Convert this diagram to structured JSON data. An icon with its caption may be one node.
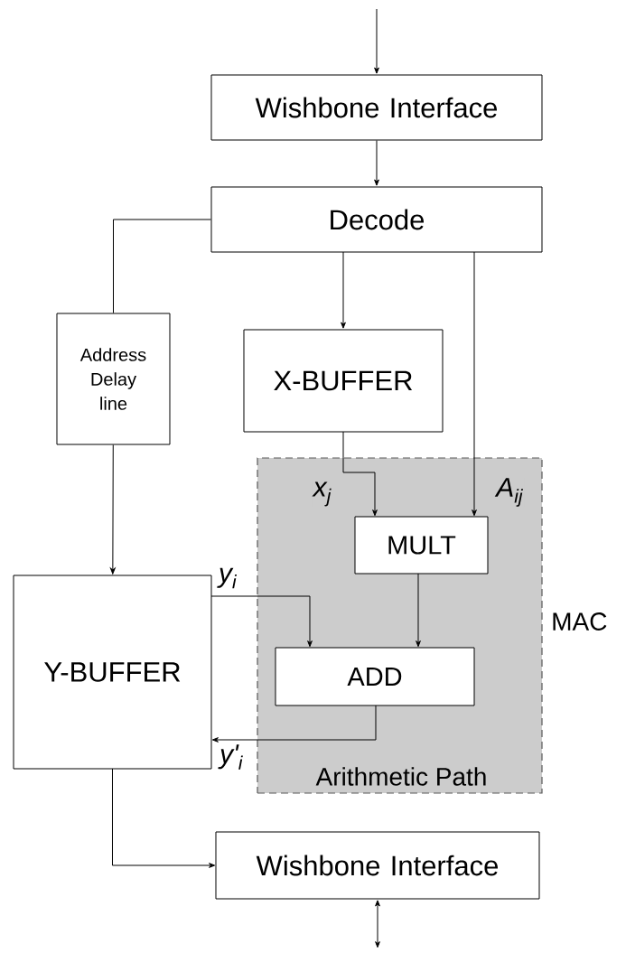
{
  "diagram": {
    "nodes": [
      {
        "text": [
          "Wishbone Interface"
        ]
      },
      {
        "text": [
          "Decode"
        ]
      },
      {
        "text": [
          "Address Delay line"
        ]
      },
      {
        "text": [
          "X-BUFFER"
        ]
      },
      {
        "text": [
          "Arithmetic Path"
        ],
        "beside": [
          "MAC"
        ]
      },
      {
        "text": [
          "MULT"
        ],
        "in": 4
      },
      {
        "text": [
          "ADD"
        ],
        "in": 4
      },
      {
        "text": [
          "Y-BUFFER"
        ]
      },
      {
        "text": [
          "Wishbone Interface"
        ]
      }
    ],
    "edges": [
      {
        "from": null,
        "to": 0,
        "arrow": "to"
      },
      {
        "from": 0,
        "to": 1,
        "arrow": "to"
      },
      {
        "from": 1,
        "to": 2,
        "arrow": "none"
      },
      {
        "from": 1,
        "to": 3,
        "arrow": "to"
      },
      {
        "from": 1,
        "to": 5,
        "arrow": "to",
        "label": "A$_{ij}$"
      },
      {
        "from": 3,
        "to": 5,
        "arrow": "to",
        "label": "x$_{j}$"
      },
      {
        "from": 2,
        "to": 7,
        "arrow": "to"
      },
      {
        "from": 7,
        "to": 6,
        "arrow": "to",
        "label": "y$_{i}$"
      },
      {
        "from": 5,
        "to": 6,
        "arrow": "to"
      },
      {
        "from": 6,
        "to": 7,
        "arrow": "to",
        "label": "y'$_{i}$"
      },
      {
        "from": 7,
        "to": 8,
        "arrow": "to"
      },
      {
        "from": 8,
        "to": null,
        "arrow": "both"
      }
    ]
  }
}
